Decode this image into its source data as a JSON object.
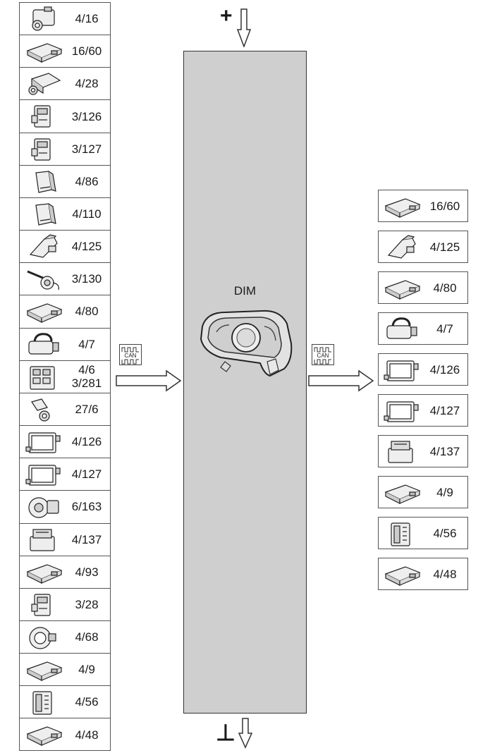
{
  "left_modules": [
    {
      "label": "4/16",
      "icon": "abs-module-icon"
    },
    {
      "label": "16/60",
      "icon": "control-module-icon"
    },
    {
      "label": "4/28",
      "icon": "ignition-module-icon"
    },
    {
      "label": "3/126",
      "icon": "switch-module-icon"
    },
    {
      "label": "3/127",
      "icon": "switch-module-icon"
    },
    {
      "label": "4/86",
      "icon": "small-module-icon"
    },
    {
      "label": "4/110",
      "icon": "small-module-icon"
    },
    {
      "label": "4/125",
      "icon": "camera-module-icon"
    },
    {
      "label": "3/130",
      "icon": "steering-stalk-icon"
    },
    {
      "label": "4/80",
      "icon": "control-module-icon"
    },
    {
      "label": "4/7",
      "icon": "pump-module-icon"
    },
    {
      "label": "4/6\n3/281",
      "icon": "gearbox-module-icon"
    },
    {
      "label": "27/6",
      "icon": "sensor-icon"
    },
    {
      "label": "4/126",
      "icon": "ecu-icon"
    },
    {
      "label": "4/127",
      "icon": "ecu-icon"
    },
    {
      "label": "6/163",
      "icon": "motor-module-icon"
    },
    {
      "label": "4/137",
      "icon": "connector-module-icon"
    },
    {
      "label": "4/93",
      "icon": "control-module-icon"
    },
    {
      "label": "3/28",
      "icon": "switch-module-icon"
    },
    {
      "label": "4/68",
      "icon": "clock-spring-icon"
    },
    {
      "label": "4/9",
      "icon": "control-module-icon"
    },
    {
      "label": "4/56",
      "icon": "fuse-box-icon"
    },
    {
      "label": "4/48",
      "icon": "control-module-icon"
    }
  ],
  "right_modules": [
    {
      "label": "16/60",
      "icon": "control-module-icon"
    },
    {
      "label": "4/125",
      "icon": "camera-module-icon"
    },
    {
      "label": "4/80",
      "icon": "control-module-icon"
    },
    {
      "label": "4/7",
      "icon": "pump-module-icon"
    },
    {
      "label": "4/126",
      "icon": "ecu-icon"
    },
    {
      "label": "4/127",
      "icon": "ecu-icon"
    },
    {
      "label": "4/137",
      "icon": "connector-module-icon"
    },
    {
      "label": "4/9",
      "icon": "control-module-icon"
    },
    {
      "label": "4/56",
      "icon": "fuse-box-icon"
    },
    {
      "label": "4/48",
      "icon": "control-module-icon"
    }
  ],
  "center": {
    "label": "DIM",
    "icon": "instrument-cluster-icon"
  },
  "can_badge": {
    "text": "CAN"
  },
  "power": {
    "positive": "+",
    "ground": "⊥"
  },
  "colors": {
    "block": "#cfcfcf",
    "stroke": "#333333"
  }
}
